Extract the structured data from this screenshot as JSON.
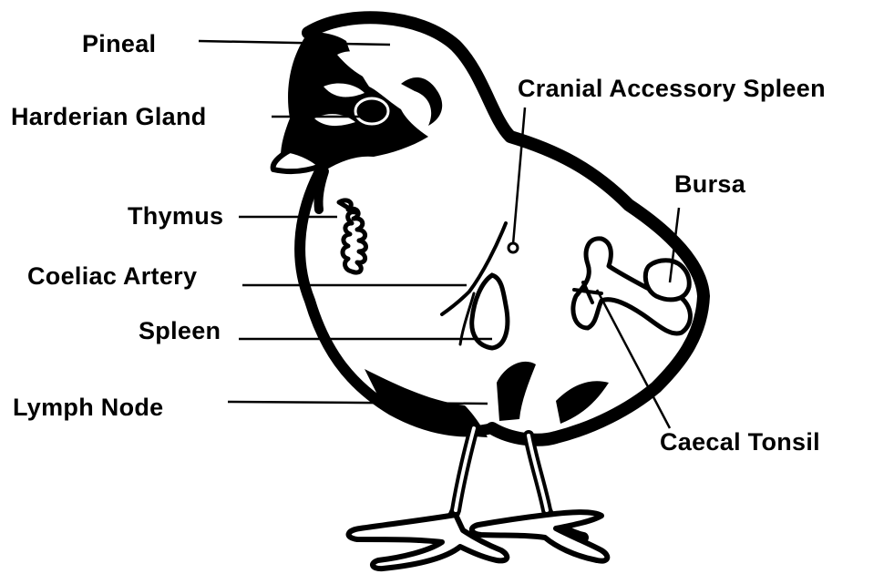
{
  "labels": {
    "pineal": "Pineal",
    "harderian_gland": "Harderian Gland",
    "thymus": "Thymus",
    "coeliac_artery": "Coeliac Artery",
    "spleen": "Spleen",
    "lymph_node": "Lymph Node",
    "cranial_accessory_spleen": "Cranial Accessory Spleen",
    "bursa": "Bursa",
    "caecal_tonsil": "Caecal Tonsil"
  },
  "colors": {
    "ink": "#000000",
    "paper": "#ffffff"
  }
}
